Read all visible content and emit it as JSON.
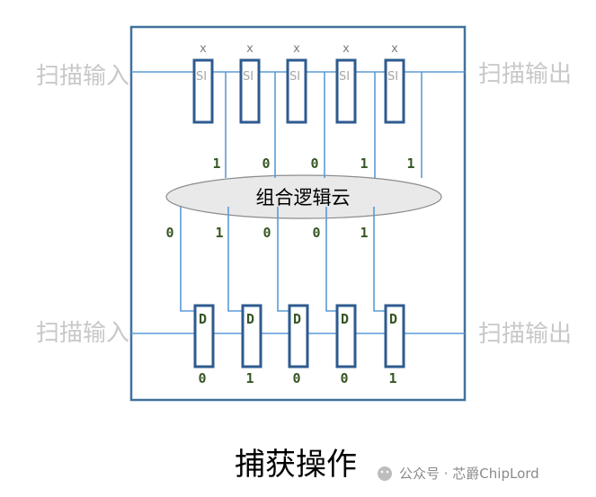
{
  "labels": {
    "scan_in_top": "扫描输入",
    "scan_out_top": "扫描输出",
    "scan_in_bottom": "扫描输入",
    "scan_out_bottom": "扫描输出",
    "cloud": "组合逻辑云",
    "caption": "捕获操作",
    "watermark": "公众号 · 芯爵ChipLord"
  },
  "top_cells": [
    {
      "x": "x",
      "label": "SI"
    },
    {
      "x": "x",
      "label": "SI"
    },
    {
      "x": "x",
      "label": "SI"
    },
    {
      "x": "x",
      "label": "SI"
    },
    {
      "x": "x",
      "label": "SI"
    }
  ],
  "top_to_cloud_bits": [
    "1",
    "0",
    "0",
    "1",
    "1"
  ],
  "cloud_to_bottom_bits": [
    "0",
    "1",
    "0",
    "0",
    "1"
  ],
  "bottom_cells": [
    {
      "label": "D",
      "out": "0"
    },
    {
      "label": "D",
      "out": "1"
    },
    {
      "label": "D",
      "out": "0"
    },
    {
      "label": "D",
      "out": "0"
    },
    {
      "label": "D",
      "out": "1"
    }
  ],
  "colors": {
    "frame": "#41719c",
    "wire": "#5b9bd5",
    "cell_border": "#2e5b8f",
    "bits": "#375623",
    "side_labels": "#c8c8c8"
  }
}
